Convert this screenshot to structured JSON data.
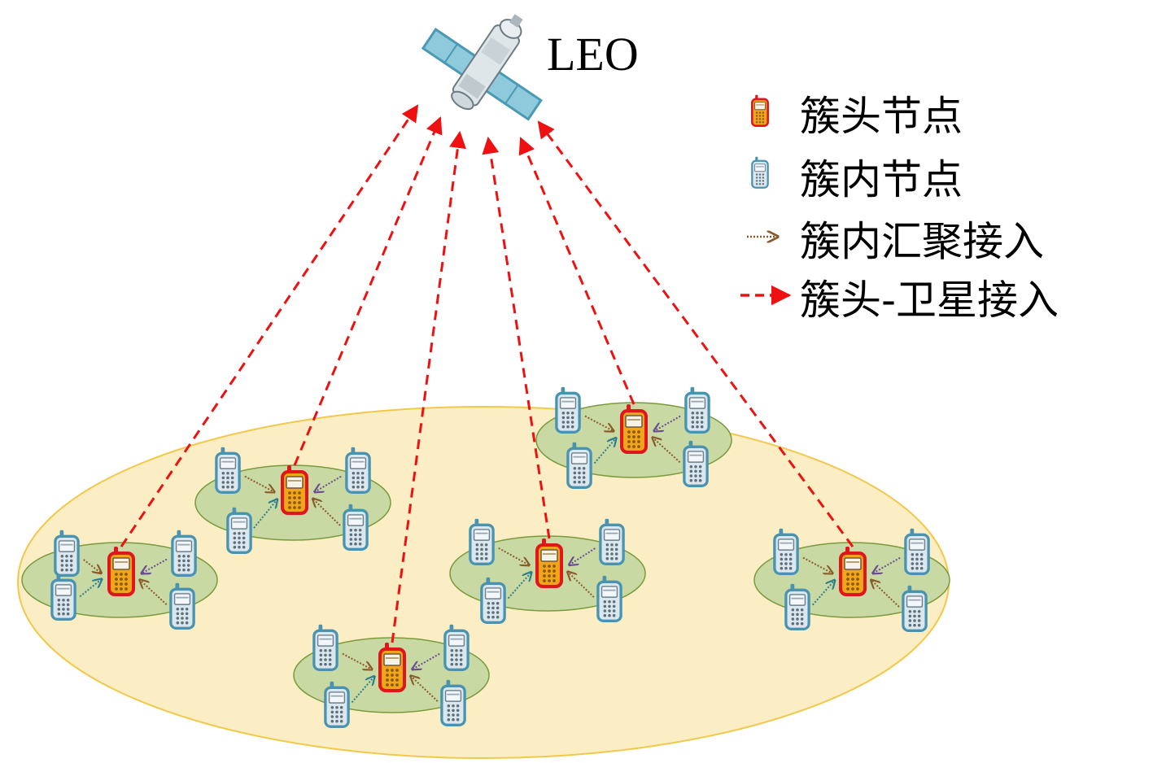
{
  "satellite": {
    "label": "LEO",
    "icon": "satellite-icon"
  },
  "legend": {
    "items": [
      {
        "key": "cluster-head",
        "label": "簇头节点",
        "icon": "red-phone-icon"
      },
      {
        "key": "cluster-member",
        "label": "簇内节点",
        "icon": "blue-phone-icon"
      },
      {
        "key": "intra-cluster",
        "label": "簇内汇聚接入",
        "icon": "brown-dotted-arrow-icon"
      },
      {
        "key": "head-satellite",
        "label": "簇头-卫星接入",
        "icon": "red-dashed-arrow-icon"
      }
    ]
  },
  "colors": {
    "ground": "#fbeec4",
    "ground_border": "#f2c84b",
    "cluster_fill": "#c9d9a4",
    "cluster_border": "#7a9a3c",
    "uplink": "#ee1111",
    "intra_arrow_brown": "#8b5a2b",
    "intra_arrow_purple": "#6a4c93",
    "intra_arrow_teal": "#2e7d8c",
    "member_phone": "#4a93b0",
    "head_phone_border": "#e0161b",
    "head_phone_body": "#f1a51b"
  },
  "clusters": [
    {
      "id": "cluster-1"
    },
    {
      "id": "cluster-2"
    },
    {
      "id": "cluster-3"
    },
    {
      "id": "cluster-4"
    },
    {
      "id": "cluster-5"
    },
    {
      "id": "cluster-6"
    }
  ]
}
